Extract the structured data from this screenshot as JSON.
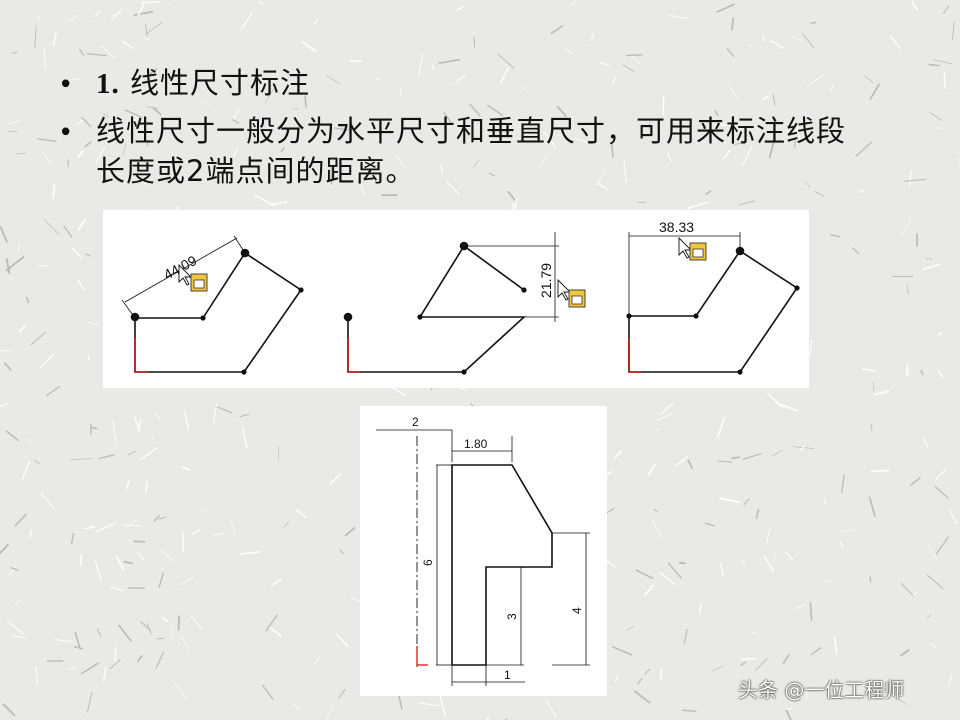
{
  "slide": {
    "bullets": [
      {
        "prefix": "1.",
        "text": " 线性尺寸标注"
      },
      {
        "prefix": "",
        "text": "线性尺寸一般分为水平尺寸和垂直尺寸，可用来标注线段"
      },
      {
        "prefix": "",
        "text": "长度或2端点间的距离。"
      }
    ]
  },
  "figures": {
    "fig1_dimension": "44.09",
    "fig2_dimension": "21.79",
    "fig3_dimension": "38.33",
    "drawing": {
      "dim_top": "2",
      "dim_mid": "1.80",
      "dim_height_total": "6",
      "dim_inner_height": "3",
      "dim_right_height": "4",
      "dim_bottom": "1"
    }
  },
  "watermark": "头条 @一位工程师",
  "colors": {
    "background": "#e9e9e7",
    "panel": "#ffffff",
    "origin_axis": "#e00000"
  }
}
